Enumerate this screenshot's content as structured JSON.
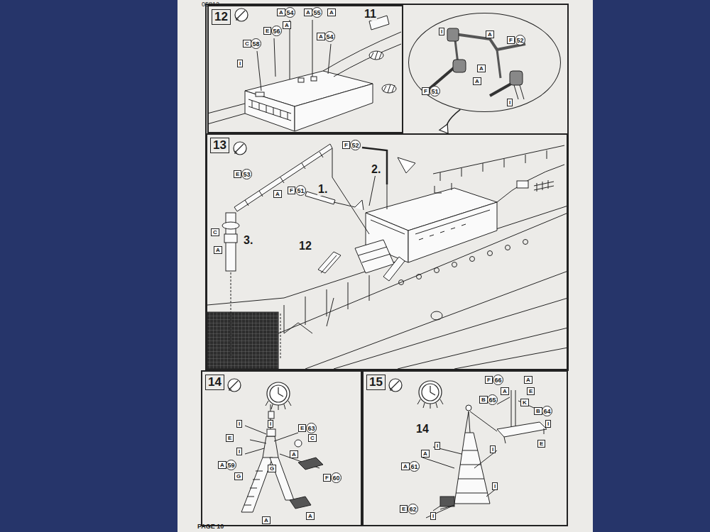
{
  "diagram": {
    "nodes": [
      {
        "text": [
          "12"
        ]
      },
      {
        "text": [
          "13"
        ]
      },
      {
        "text": [
          "I",
          "A",
          "F",
          "52",
          "A",
          "F",
          "51",
          "A",
          "I"
        ]
      },
      {
        "text": [
          "14"
        ]
      },
      {
        "text": [
          "15"
        ]
      }
    ],
    "edges": [
      {
        "from": 2,
        "to": 1,
        "arrow": "to"
      }
    ],
    "labels": [
      "05812",
      "A",
      "54",
      "A",
      "55",
      "A",
      "A",
      "A",
      "54",
      "E",
      "56",
      "C",
      "58",
      "I",
      "11",
      "F",
      "52",
      "2.",
      "E",
      "53",
      "A",
      "F",
      "51",
      "1.",
      "C",
      "3.",
      "A",
      "12",
      "I",
      "I",
      "E",
      "63",
      "C",
      "E",
      "I",
      "A",
      "A",
      "59",
      "F",
      "60",
      "G",
      "G",
      "A",
      "A",
      "F",
      "66",
      "A",
      "A",
      "E",
      "B",
      "65",
      "K",
      "B",
      "64",
      "I",
      "E",
      "14",
      "A",
      "I",
      "I",
      "A",
      "61",
      "I",
      "E",
      "62",
      "I",
      "PAGE 10"
    ]
  }
}
